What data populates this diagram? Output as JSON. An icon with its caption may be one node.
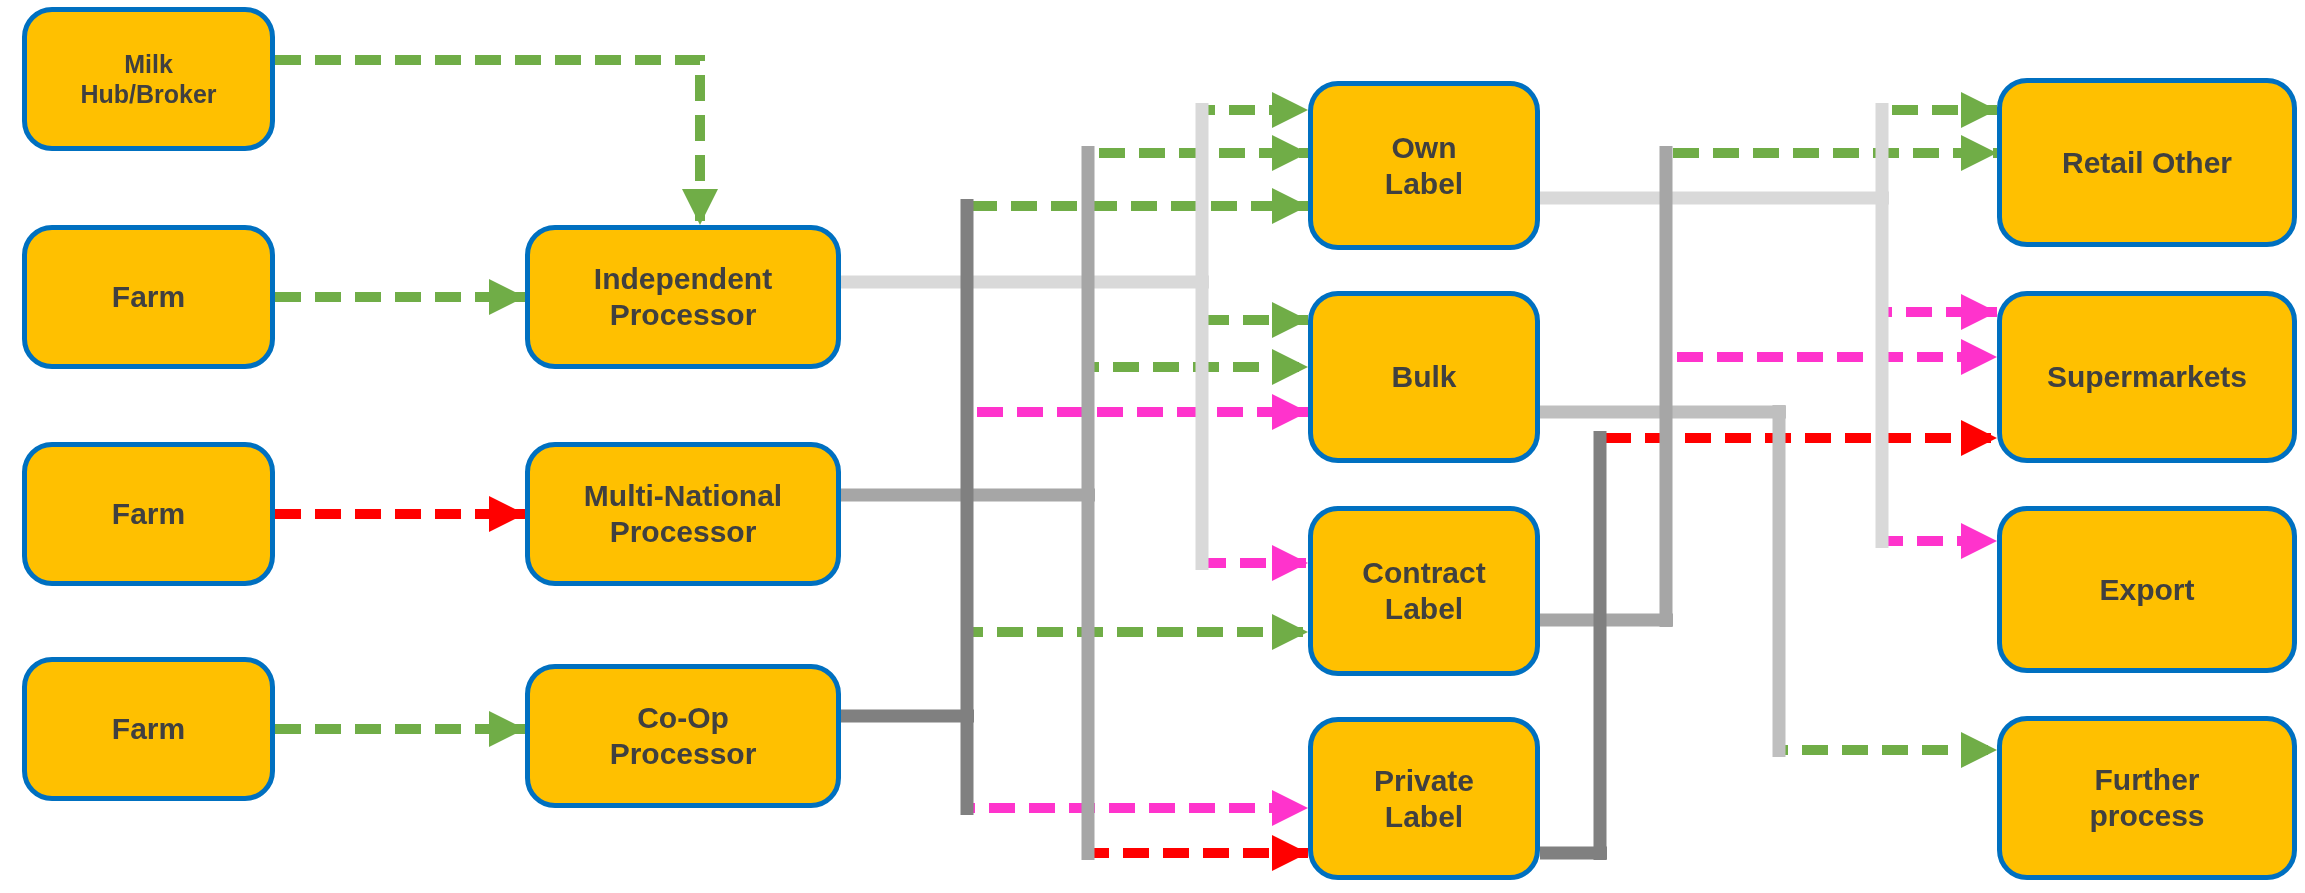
{
  "diagram": {
    "nodes": [
      {
        "text": [
          "Milk Hub/Broker"
        ]
      },
      {
        "text": [
          "Farm"
        ]
      },
      {
        "text": [
          "Farm"
        ]
      },
      {
        "text": [
          "Farm"
        ]
      },
      {
        "text": [
          "Independent Processor"
        ]
      },
      {
        "text": [
          "Multi-National Processor"
        ]
      },
      {
        "text": [
          "Co-Op Processor"
        ]
      },
      {
        "text": [
          "Own Label"
        ]
      },
      {
        "text": [
          "Bulk"
        ]
      },
      {
        "text": [
          "Contract Label"
        ]
      },
      {
        "text": [
          "Private Label"
        ]
      },
      {
        "text": [
          "Retail Other"
        ]
      },
      {
        "text": [
          "Supermarkets"
        ]
      },
      {
        "text": [
          "Export"
        ]
      },
      {
        "text": [
          "Further process"
        ]
      }
    ],
    "edges": [
      {
        "from": 0,
        "to": 4,
        "arrow": "to",
        "style": "dashed",
        "color": "#70ad47"
      },
      {
        "from": 1,
        "to": 4,
        "arrow": "to",
        "style": "dashed",
        "color": "#70ad47"
      },
      {
        "from": 2,
        "to": 5,
        "arrow": "to",
        "style": "dashed",
        "color": "#ff0000"
      },
      {
        "from": 3,
        "to": 6,
        "arrow": "to",
        "style": "dashed",
        "color": "#70ad47"
      },
      {
        "from": 4,
        "to": 7,
        "arrow": "to",
        "style": "dashed",
        "color": "#70ad47"
      },
      {
        "from": 4,
        "to": 8,
        "arrow": "to",
        "style": "dashed",
        "color": "#70ad47"
      },
      {
        "from": 4,
        "to": 9,
        "arrow": "to",
        "style": "dashed",
        "color": "#ff33cc"
      },
      {
        "from": 5,
        "to": 7,
        "arrow": "to",
        "style": "dashed",
        "color": "#70ad47"
      },
      {
        "from": 5,
        "to": 8,
        "arrow": "to",
        "style": "dashed",
        "color": "#70ad47"
      },
      {
        "from": 5,
        "to": 10,
        "arrow": "to",
        "style": "dashed",
        "color": "#ff0000"
      },
      {
        "from": 6,
        "to": 7,
        "arrow": "to",
        "style": "dashed",
        "color": "#70ad47"
      },
      {
        "from": 6,
        "to": 8,
        "arrow": "to",
        "style": "dashed",
        "color": "#ff33cc"
      },
      {
        "from": 6,
        "to": 9,
        "arrow": "to",
        "style": "dashed",
        "color": "#70ad47"
      },
      {
        "from": 6,
        "to": 10,
        "arrow": "to",
        "style": "dashed",
        "color": "#ff33cc"
      },
      {
        "from": 7,
        "to": 11,
        "arrow": "to",
        "style": "dashed",
        "color": "#70ad47"
      },
      {
        "from": 7,
        "to": 12,
        "arrow": "to",
        "style": "dashed",
        "color": "#ff33cc"
      },
      {
        "from": 7,
        "to": 13,
        "arrow": "to",
        "style": "dashed",
        "color": "#ff33cc"
      },
      {
        "from": 9,
        "to": 11,
        "arrow": "to",
        "style": "dashed",
        "color": "#70ad47"
      },
      {
        "from": 9,
        "to": 12,
        "arrow": "to",
        "style": "dashed",
        "color": "#ff33cc"
      },
      {
        "from": 8,
        "to": 14,
        "arrow": "to",
        "style": "dashed",
        "color": "#70ad47"
      },
      {
        "from": 10,
        "to": 12,
        "arrow": "to",
        "style": "dashed",
        "color": "#ff0000"
      }
    ]
  }
}
